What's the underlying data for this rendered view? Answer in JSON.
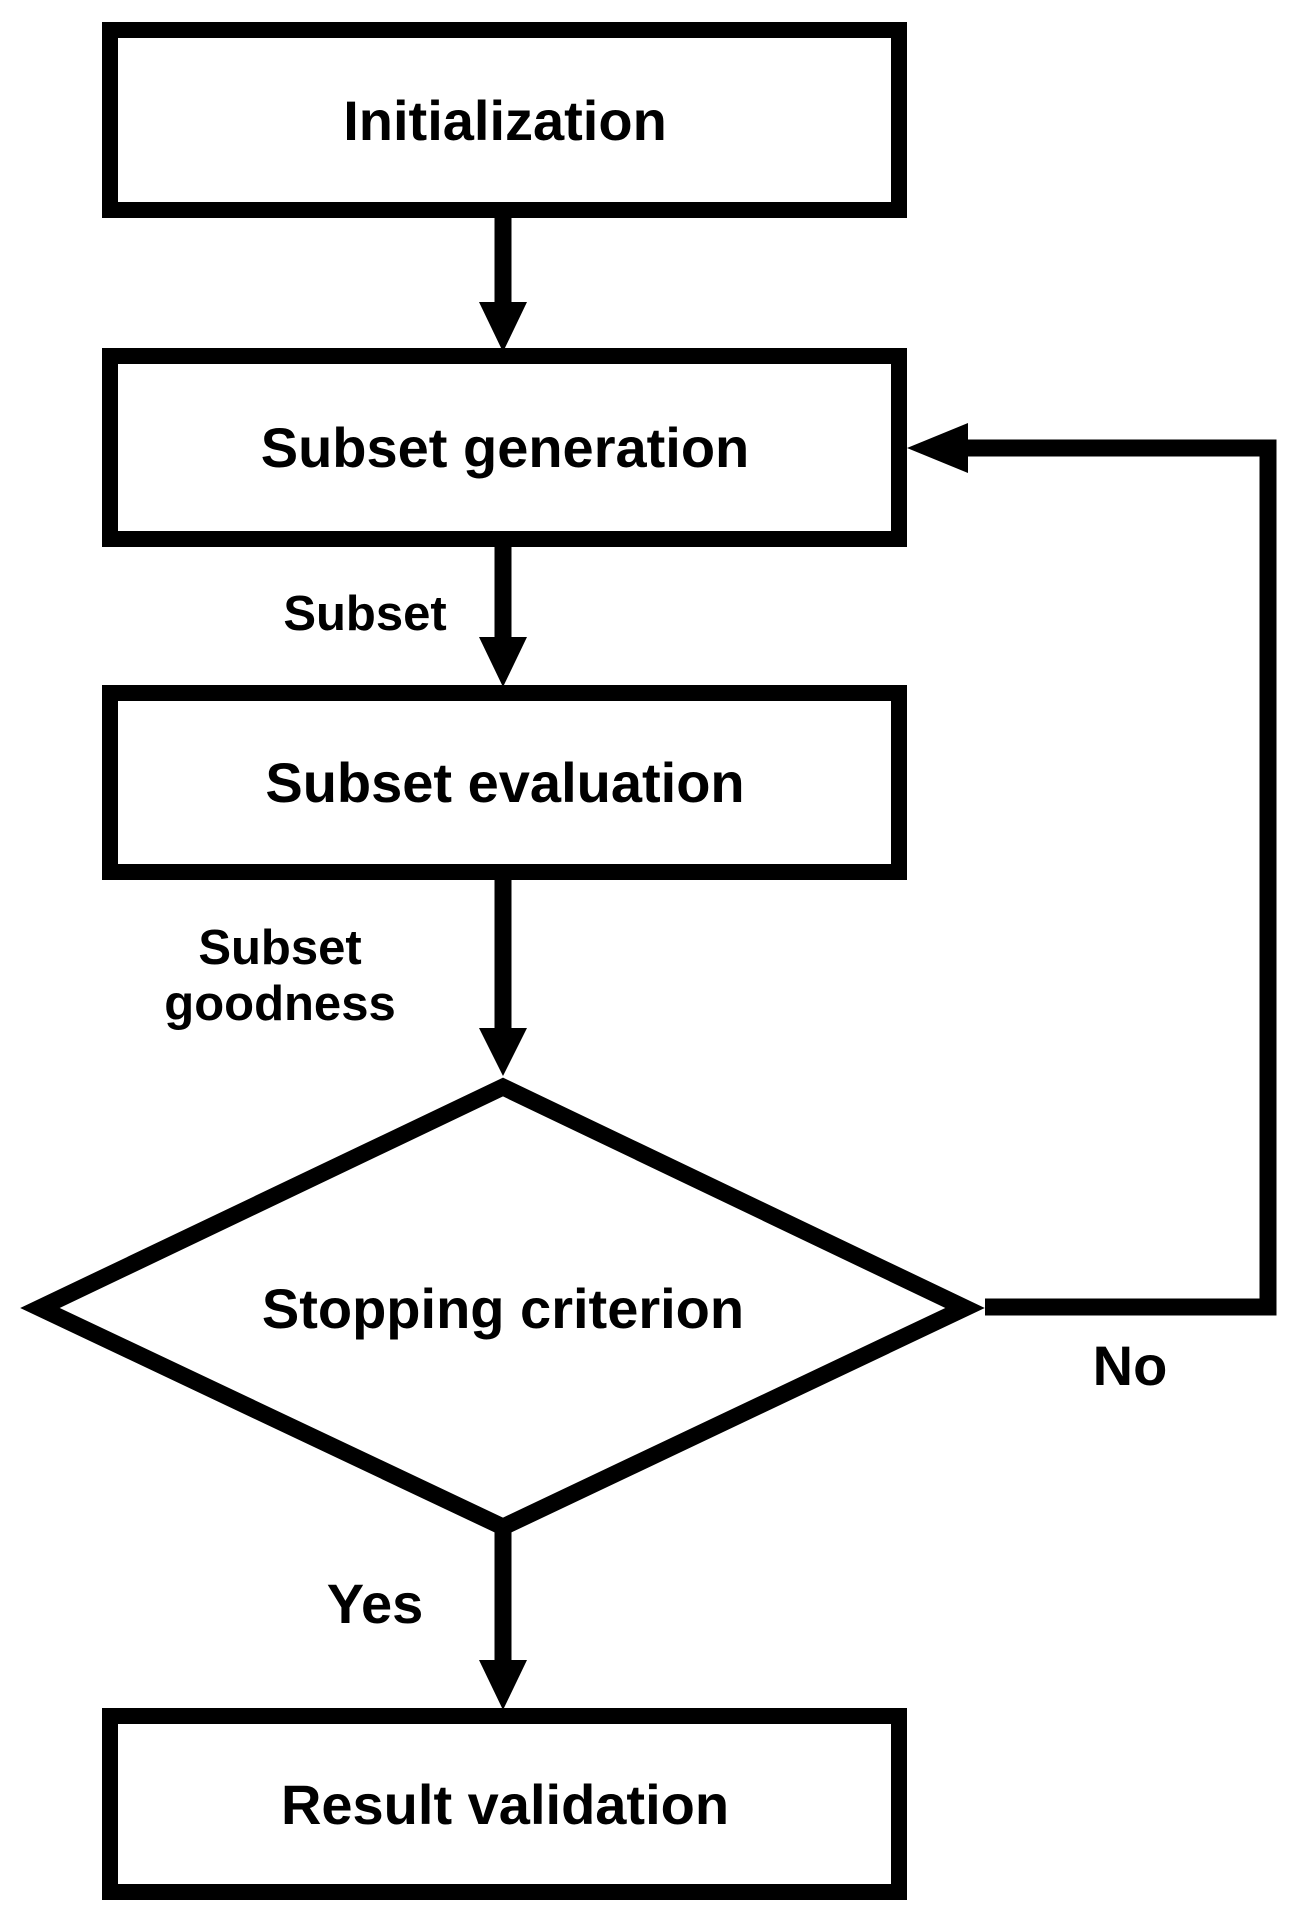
{
  "figure": {
    "background": "#ffffff",
    "line_color": "#000000",
    "node_fill": "#ffffff",
    "text_color": "#000000",
    "nodes": [
      {
        "id": "initialization",
        "shape": "rectangle",
        "label": "Initialization"
      },
      {
        "id": "subset-generation",
        "shape": "rectangle",
        "label": "Subset generation"
      },
      {
        "id": "subset-evaluation",
        "shape": "rectangle",
        "label": "Subset evaluation"
      },
      {
        "id": "stopping-criterion",
        "shape": "diamond",
        "label": "Stopping criterion"
      },
      {
        "id": "result-validation",
        "shape": "rectangle",
        "label": "Result validation"
      }
    ],
    "edges": [
      {
        "from": "initialization",
        "to": "subset-generation",
        "label": ""
      },
      {
        "from": "subset-generation",
        "to": "subset-evaluation",
        "label": "Subset"
      },
      {
        "from": "subset-evaluation",
        "to": "stopping-criterion",
        "label_lines": [
          "Subset",
          "goodness"
        ]
      },
      {
        "from": "stopping-criterion",
        "to": "result-validation",
        "label": "Yes"
      },
      {
        "from": "stopping-criterion",
        "to": "subset-generation",
        "label": "No"
      }
    ]
  }
}
